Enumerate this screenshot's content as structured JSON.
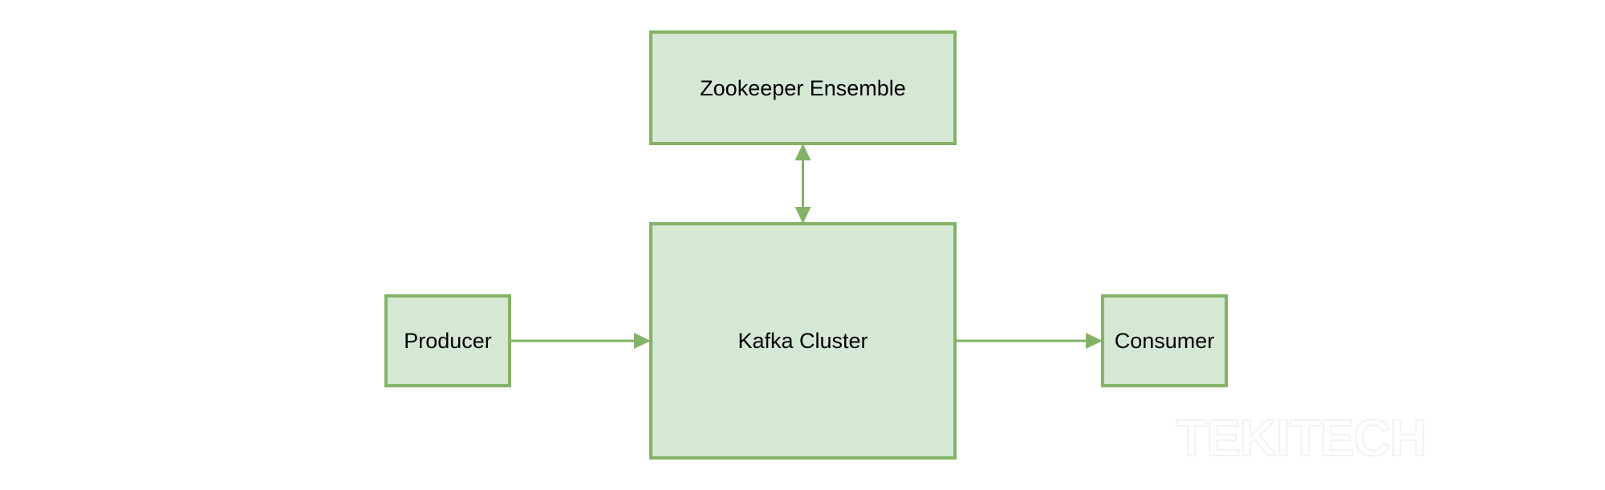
{
  "diagram": {
    "nodes": {
      "zookeeper": {
        "label": "Zookeeper Ensemble"
      },
      "kafka": {
        "label": "Kafka Cluster"
      },
      "producer": {
        "label": "Producer"
      },
      "consumer": {
        "label": "Consumer"
      }
    },
    "edges": [
      {
        "from": "producer",
        "to": "kafka",
        "direction": "forward"
      },
      {
        "from": "kafka",
        "to": "consumer",
        "direction": "forward"
      },
      {
        "from": "kafka",
        "to": "zookeeper",
        "direction": "both"
      }
    ],
    "colors": {
      "fill": "#d5e8d4",
      "stroke": "#82b366",
      "text": "#000000"
    }
  },
  "watermark": {
    "text": "TEKITECH"
  }
}
